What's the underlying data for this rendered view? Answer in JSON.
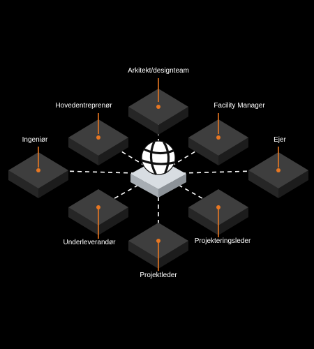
{
  "colors": {
    "background": "#000000",
    "tile_top": "#3e3e3e",
    "tile_left": "#262626",
    "tile_right": "#1c1c1c",
    "hub_top": "#d8dde2",
    "hub_left": "#a7adb3",
    "hub_right": "#8c9298",
    "accent": "#e87722",
    "connector": "#ffffff",
    "label": "#ffffff"
  },
  "hub": {
    "icon": "globe-logo-icon"
  },
  "nodes": [
    {
      "id": "arkitekt",
      "label": "Arkitekt/designteam"
    },
    {
      "id": "hovedentreprenor",
      "label": "Hovedentreprenør"
    },
    {
      "id": "facility-manager",
      "label": "Facility Manager"
    },
    {
      "id": "ingenior",
      "label": "Ingeniør"
    },
    {
      "id": "ejer",
      "label": "Ejer"
    },
    {
      "id": "underleverandor",
      "label": "Underleverandør"
    },
    {
      "id": "projekteringsleder",
      "label": "Projekteringsleder"
    },
    {
      "id": "projektleder",
      "label": "Projektleder"
    }
  ]
}
